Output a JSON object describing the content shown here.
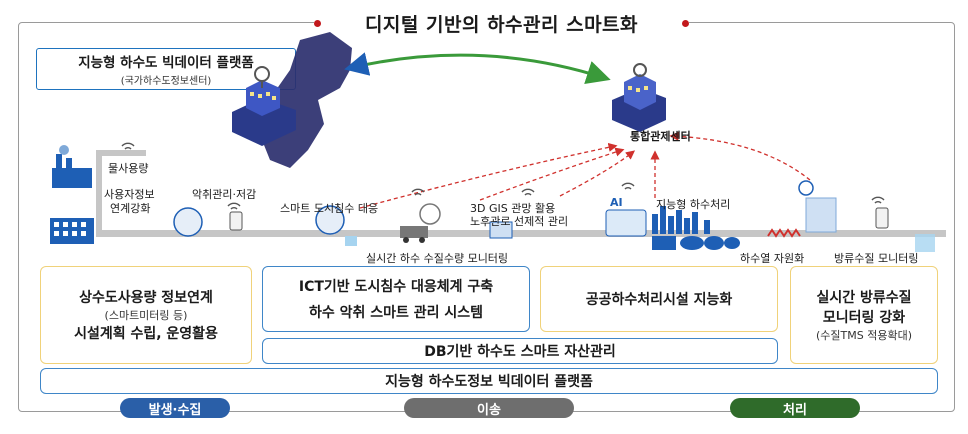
{
  "title": "디지털 기반의 하수관리 스마트화",
  "platform": {
    "name": "지능형 하수도 빅데이터 플랫폼",
    "org": "(국가하수도정보센터)"
  },
  "control_center": "통합관제센터",
  "scene_labels": {
    "water_usage": "물사용량",
    "user_info_1": "사용자정보",
    "user_info_2": "연계강화",
    "odor": "악취관리·저감",
    "smart_flood": "스마트 도시침수 대응",
    "gis_1": "3D GIS 관망 활용",
    "gis_2": "노후관로 선제적 관리",
    "intelligent_treatment": "지능형 하수처리",
    "ai": "AI",
    "realtime_monitor": "실시간 하수 수질수량 모니터링",
    "heat_resource": "하수열 자원화",
    "discharge_monitor": "방류수질 모니터링"
  },
  "cards": {
    "c1": {
      "line1": "상수도사용량 정보연계",
      "line2": "(스마트미터링 등)",
      "line3": "시설계획 수립, 운영활용"
    },
    "c2": {
      "line1": "ICT기반 도시침수 대응체계 구축",
      "line2": "하수 악취 스마트 관리 시스템"
    },
    "c3": {
      "line1": "공공하수처리시설 지능화"
    },
    "c4": {
      "line1": "실시간 방류수질",
      "line2": "모니터링 강화",
      "line3": "(수질TMS 적용확대)"
    },
    "db": "DB기반 하수도 스마트 자산관리",
    "platform_bar": "지능형 하수도정보 빅데이터 플랫폼"
  },
  "stages": [
    {
      "label": "발생·수집",
      "color": "#2a5fa8"
    },
    {
      "label": "이송",
      "color": "#6e6e6e"
    },
    {
      "label": "처리",
      "color": "#2f6b2a"
    }
  ],
  "colors": {
    "accent_red": "#c2181c",
    "blue": "#1e73be",
    "green": "#3a9a3a",
    "pipe": "#c6c6c6"
  }
}
